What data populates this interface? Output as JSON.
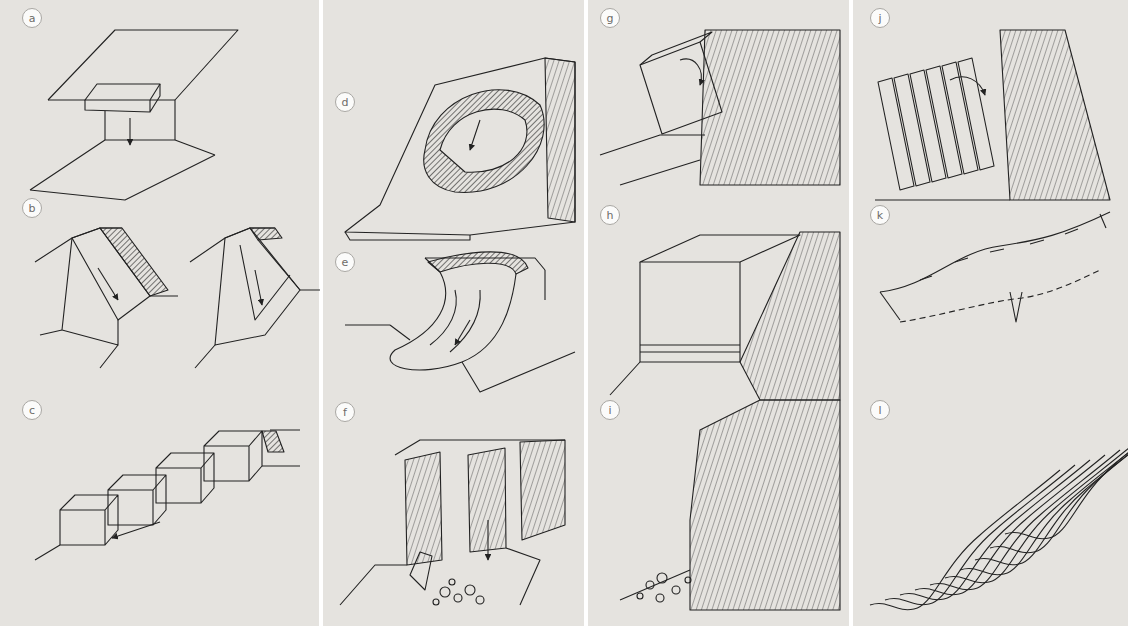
{
  "diagram": {
    "nodes": [
      {
        "text": [
          "a"
        ]
      },
      {
        "text": [
          "b"
        ]
      },
      {
        "text": [
          "c"
        ]
      },
      {
        "text": [
          "d"
        ]
      },
      {
        "text": [
          "e"
        ]
      },
      {
        "text": [
          "f"
        ]
      },
      {
        "text": [
          "g"
        ]
      },
      {
        "text": [
          "h"
        ]
      },
      {
        "text": [
          "i"
        ]
      },
      {
        "text": [
          "j"
        ]
      },
      {
        "text": [
          "k"
        ]
      },
      {
        "text": [
          "l"
        ]
      }
    ]
  }
}
